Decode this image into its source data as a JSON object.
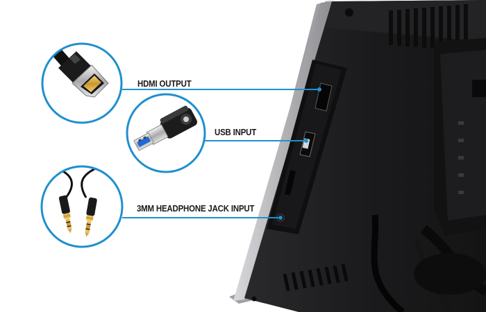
{
  "ports": [
    {
      "label": "HDMI OUTPUT",
      "icon": "hdmi-connector-icon"
    },
    {
      "label": "USB INPUT",
      "icon": "usb-flash-drive-icon"
    },
    {
      "label": "3MM HEADPHONE JACK INPUT",
      "icon": "audio-jack-cable-icon"
    }
  ],
  "colors": {
    "callout_ring": "#1f8fce",
    "leader_line": "#1f8fce",
    "device_body": "#1c1c1e",
    "device_bezel": "#b8b8bc",
    "label_text": "#1a1a1a"
  }
}
